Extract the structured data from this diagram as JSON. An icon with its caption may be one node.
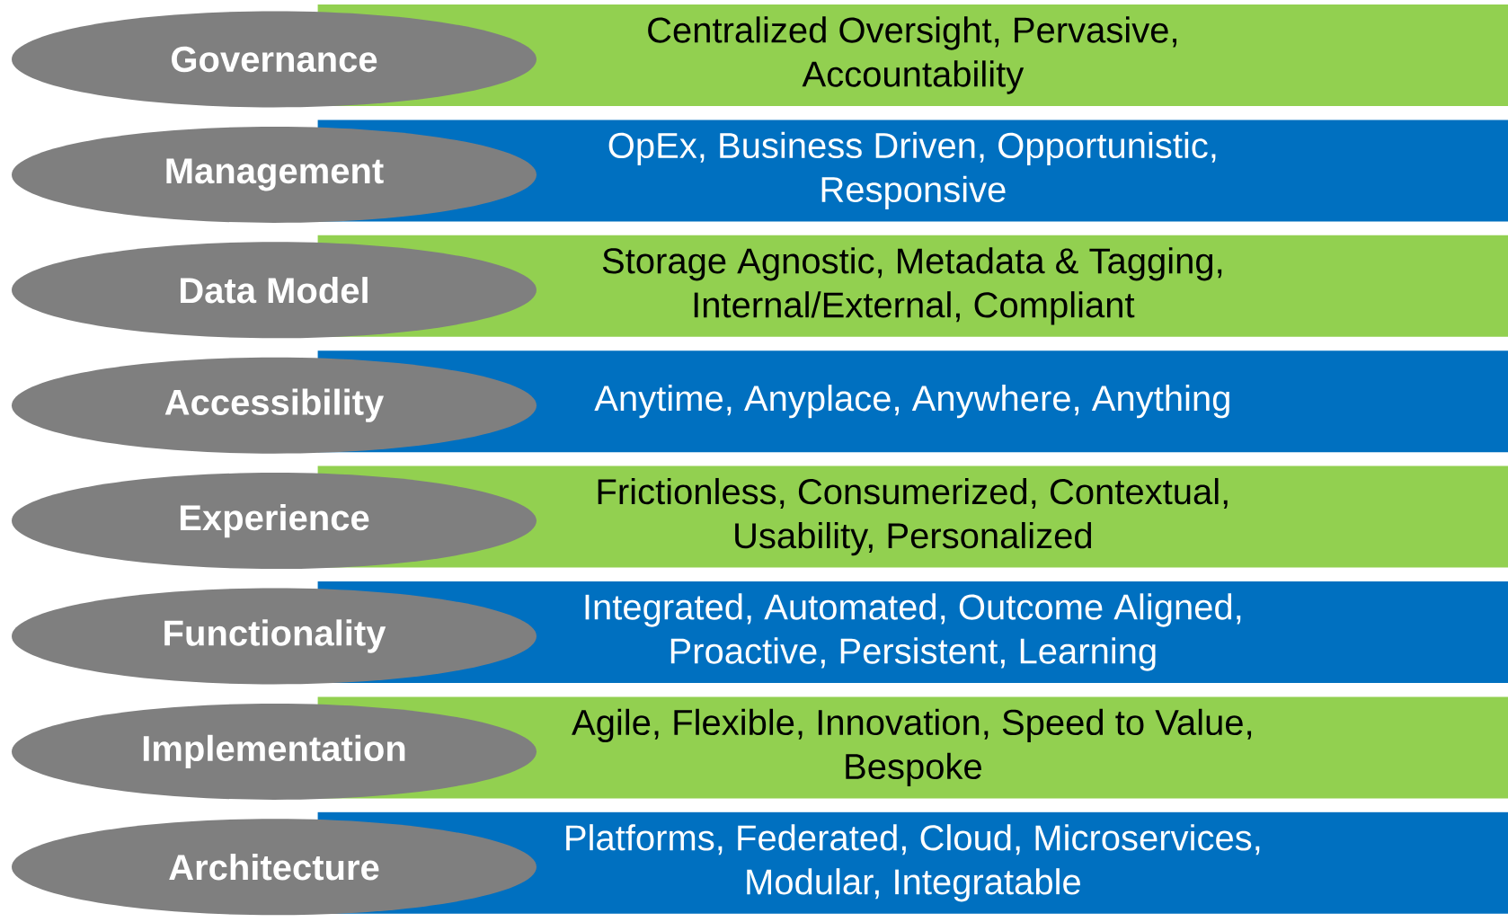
{
  "diagram": {
    "nodes": [
      {
        "text": [
          "Governance"
        ]
      },
      {
        "text": [
          "Centralized Oversight, Pervasive, Accountability"
        ]
      },
      {
        "text": [
          "Management"
        ]
      },
      {
        "text": [
          "OpEx, Business Driven, Opportunistic, Responsive"
        ]
      },
      {
        "text": [
          "Data Model"
        ]
      },
      {
        "text": [
          "Storage Agnostic, Metadata & Tagging, Internal/External, Compliant"
        ]
      },
      {
        "text": [
          "Accessibility"
        ]
      },
      {
        "text": [
          "Anytime, Anyplace, Anywhere, Anything"
        ]
      },
      {
        "text": [
          "Experience"
        ]
      },
      {
        "text": [
          "Frictionless, Consumerized, Contextual, Usability, Personalized"
        ]
      },
      {
        "text": [
          "Functionality"
        ]
      },
      {
        "text": [
          "Integrated, Automated, Outcome Aligned, Proactive, Persistent, Learning"
        ]
      },
      {
        "text": [
          "Implementation"
        ]
      },
      {
        "text": [
          "Agile, Flexible, Innovation, Speed to Value, Bespoke"
        ]
      },
      {
        "text": [
          "Architecture"
        ]
      },
      {
        "text": [
          "Platforms, Federated, Cloud, Microservices, Modular, Integratable"
        ]
      }
    ]
  }
}
